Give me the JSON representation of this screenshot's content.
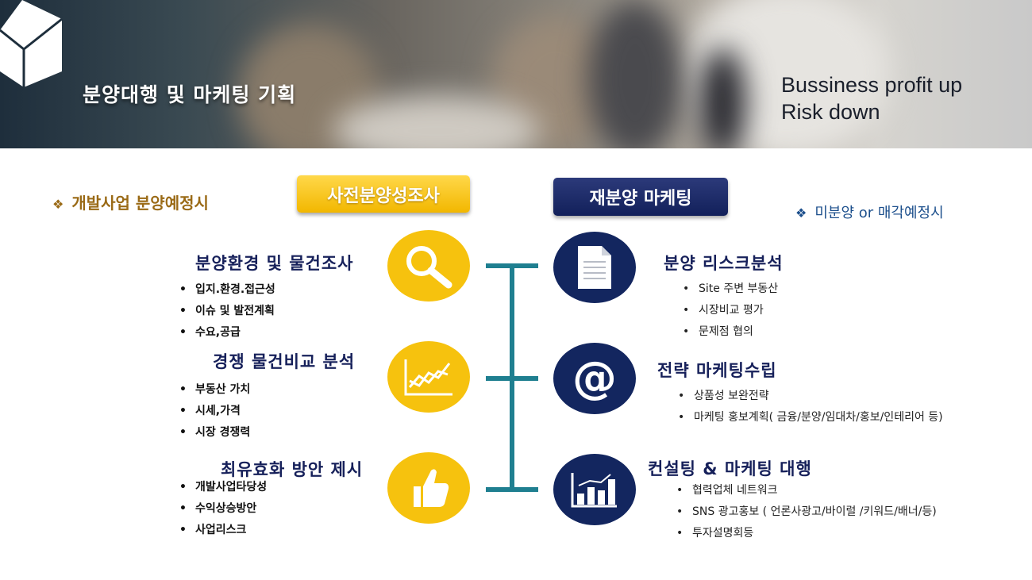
{
  "banner": {
    "title": "분양대행 및 마케팅 기획",
    "slogan": [
      "Bussiness profit up",
      "Risk down"
    ]
  },
  "left_note": {
    "text": "개발사업 분양예정시"
  },
  "right_note": {
    "text": "미분양 or 매각예정시"
  },
  "left_button": "사전분양성조사",
  "right_button": "재분양 마케팅",
  "left_sections": [
    {
      "icon": "magnifier-icon",
      "title": "분양환경 및 물건조사",
      "items": [
        "입지.환경.접근성",
        "이슈 및 발전계획",
        "수요,공급"
      ]
    },
    {
      "icon": "line-chart-icon",
      "title": "경쟁 물건비교 분석",
      "items": [
        "부동산 가치",
        "시세,가격",
        "시장 경쟁력"
      ]
    },
    {
      "icon": "thumbs-up-icon",
      "title": "최유효화 방안 제시",
      "items": [
        "개발사업타당성",
        "수익상승방안",
        "사업리스크"
      ]
    }
  ],
  "right_sections": [
    {
      "icon": "document-icon",
      "title": "분양 리스크분석",
      "items": [
        "Site 주변 부동산",
        "시장비교 평가",
        "문제점 협의"
      ]
    },
    {
      "icon": "at-sign-icon",
      "title": "전략 마케팅수립",
      "items": [
        "상품성 보완전략",
        "마케팅 홍보계획( 금융/분양/임대차/홍보/인테리어 등)"
      ]
    },
    {
      "icon": "bar-chart-icon",
      "title": "컨설팅 & 마케팅 대행",
      "items": [
        "협력업체 네트워크",
        "SNS 광고홍보 ( 언론사광고/바이럴 /키워드/배너/등)",
        "투자설명회등"
      ]
    }
  ],
  "colors": {
    "gold": "#f6c20e",
    "navy": "#13265f",
    "teal": "#1f7f90",
    "brown": "#9a6a16",
    "blue": "#1c4f8c"
  }
}
